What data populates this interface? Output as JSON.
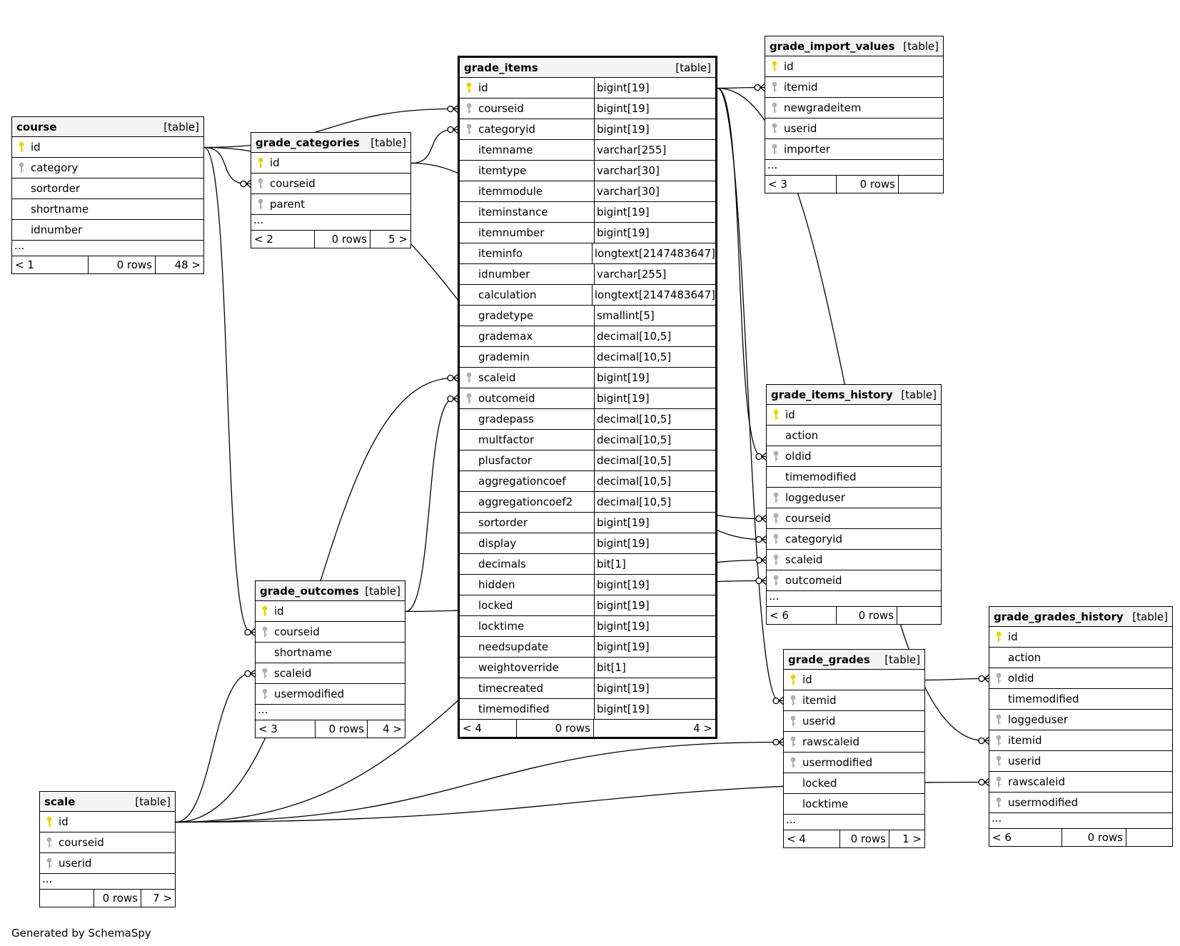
{
  "diagram": {
    "footer_text": "Generated by SchemaSpy",
    "key_colors": {
      "primary": "#e8d400",
      "foreign": "#b0b0b0"
    },
    "tables": [
      {
        "id": "course",
        "name": "course",
        "type": "[table]",
        "columns": [
          {
            "name": "id",
            "key": "primary"
          },
          {
            "name": "category",
            "key": "foreign"
          },
          {
            "name": "sortorder",
            "key": ""
          },
          {
            "name": "shortname",
            "key": ""
          },
          {
            "name": "idnumber",
            "key": ""
          }
        ],
        "more": "...",
        "footer": {
          "parents": "< 1",
          "rows": "0 rows",
          "children": "48 >"
        }
      },
      {
        "id": "grade_categories",
        "name": "grade_categories",
        "type": "[table]",
        "columns": [
          {
            "name": "id",
            "key": "primary"
          },
          {
            "name": "courseid",
            "key": "foreign"
          },
          {
            "name": "parent",
            "key": "foreign"
          }
        ],
        "more": "...",
        "footer": {
          "parents": "< 2",
          "rows": "0 rows",
          "children": "5 >"
        }
      },
      {
        "id": "grade_items",
        "name": "grade_items",
        "type": "[table]",
        "columns": [
          {
            "name": "id",
            "key": "primary",
            "type": "bigint[19]"
          },
          {
            "name": "courseid",
            "key": "foreign",
            "type": "bigint[19]"
          },
          {
            "name": "categoryid",
            "key": "foreign",
            "type": "bigint[19]"
          },
          {
            "name": "itemname",
            "key": "",
            "type": "varchar[255]"
          },
          {
            "name": "itemtype",
            "key": "",
            "type": "varchar[30]"
          },
          {
            "name": "itemmodule",
            "key": "",
            "type": "varchar[30]"
          },
          {
            "name": "iteminstance",
            "key": "",
            "type": "bigint[19]"
          },
          {
            "name": "itemnumber",
            "key": "",
            "type": "bigint[19]"
          },
          {
            "name": "iteminfo",
            "key": "",
            "type": "longtext[2147483647]"
          },
          {
            "name": "idnumber",
            "key": "",
            "type": "varchar[255]"
          },
          {
            "name": "calculation",
            "key": "",
            "type": "longtext[2147483647]"
          },
          {
            "name": "gradetype",
            "key": "",
            "type": "smallint[5]"
          },
          {
            "name": "grademax",
            "key": "",
            "type": "decimal[10,5]"
          },
          {
            "name": "grademin",
            "key": "",
            "type": "decimal[10,5]"
          },
          {
            "name": "scaleid",
            "key": "foreign",
            "type": "bigint[19]"
          },
          {
            "name": "outcomeid",
            "key": "foreign",
            "type": "bigint[19]"
          },
          {
            "name": "gradepass",
            "key": "",
            "type": "decimal[10,5]"
          },
          {
            "name": "multfactor",
            "key": "",
            "type": "decimal[10,5]"
          },
          {
            "name": "plusfactor",
            "key": "",
            "type": "decimal[10,5]"
          },
          {
            "name": "aggregationcoef",
            "key": "",
            "type": "decimal[10,5]"
          },
          {
            "name": "aggregationcoef2",
            "key": "",
            "type": "decimal[10,5]"
          },
          {
            "name": "sortorder",
            "key": "",
            "type": "bigint[19]"
          },
          {
            "name": "display",
            "key": "",
            "type": "bigint[19]"
          },
          {
            "name": "decimals",
            "key": "",
            "type": "bit[1]"
          },
          {
            "name": "hidden",
            "key": "",
            "type": "bigint[19]"
          },
          {
            "name": "locked",
            "key": "",
            "type": "bigint[19]"
          },
          {
            "name": "locktime",
            "key": "",
            "type": "bigint[19]"
          },
          {
            "name": "needsupdate",
            "key": "",
            "type": "bigint[19]"
          },
          {
            "name": "weightoverride",
            "key": "",
            "type": "bit[1]"
          },
          {
            "name": "timecreated",
            "key": "",
            "type": "bigint[19]"
          },
          {
            "name": "timemodified",
            "key": "",
            "type": "bigint[19]"
          }
        ],
        "more": "",
        "footer": {
          "parents": "< 4",
          "rows": "0 rows",
          "children": "4 >"
        }
      },
      {
        "id": "grade_import_values",
        "name": "grade_import_values",
        "type": "[table]",
        "columns": [
          {
            "name": "id",
            "key": "primary"
          },
          {
            "name": "itemid",
            "key": "foreign"
          },
          {
            "name": "newgradeitem",
            "key": "foreign"
          },
          {
            "name": "userid",
            "key": "foreign"
          },
          {
            "name": "importer",
            "key": "foreign"
          }
        ],
        "more": "...",
        "footer": {
          "parents": "< 3",
          "rows": "0 rows",
          "children": ""
        }
      },
      {
        "id": "grade_items_history",
        "name": "grade_items_history",
        "type": "[table]",
        "columns": [
          {
            "name": "id",
            "key": "primary"
          },
          {
            "name": "action",
            "key": ""
          },
          {
            "name": "oldid",
            "key": "foreign"
          },
          {
            "name": "timemodified",
            "key": ""
          },
          {
            "name": "loggeduser",
            "key": "foreign"
          },
          {
            "name": "courseid",
            "key": "foreign"
          },
          {
            "name": "categoryid",
            "key": "foreign"
          },
          {
            "name": "scaleid",
            "key": "foreign"
          },
          {
            "name": "outcomeid",
            "key": "foreign"
          }
        ],
        "more": "...",
        "footer": {
          "parents": "< 6",
          "rows": "0 rows",
          "children": ""
        }
      },
      {
        "id": "grade_outcomes",
        "name": "grade_outcomes",
        "type": "[table]",
        "columns": [
          {
            "name": "id",
            "key": "primary"
          },
          {
            "name": "courseid",
            "key": "foreign"
          },
          {
            "name": "shortname",
            "key": ""
          },
          {
            "name": "scaleid",
            "key": "foreign"
          },
          {
            "name": "usermodified",
            "key": "foreign"
          }
        ],
        "more": "...",
        "footer": {
          "parents": "< 3",
          "rows": "0 rows",
          "children": "4 >"
        }
      },
      {
        "id": "grade_grades",
        "name": "grade_grades",
        "type": "[table]",
        "columns": [
          {
            "name": "id",
            "key": "primary"
          },
          {
            "name": "itemid",
            "key": "foreign"
          },
          {
            "name": "userid",
            "key": "foreign"
          },
          {
            "name": "rawscaleid",
            "key": "foreign"
          },
          {
            "name": "usermodified",
            "key": "foreign"
          },
          {
            "name": "locked",
            "key": ""
          },
          {
            "name": "locktime",
            "key": ""
          }
        ],
        "more": "...",
        "footer": {
          "parents": "< 4",
          "rows": "0 rows",
          "children": "1 >"
        }
      },
      {
        "id": "grade_grades_history",
        "name": "grade_grades_history",
        "type": "[table]",
        "columns": [
          {
            "name": "id",
            "key": "primary"
          },
          {
            "name": "action",
            "key": ""
          },
          {
            "name": "oldid",
            "key": "foreign"
          },
          {
            "name": "timemodified",
            "key": ""
          },
          {
            "name": "loggeduser",
            "key": "foreign"
          },
          {
            "name": "itemid",
            "key": "foreign"
          },
          {
            "name": "userid",
            "key": "foreign"
          },
          {
            "name": "rawscaleid",
            "key": "foreign"
          },
          {
            "name": "usermodified",
            "key": "foreign"
          }
        ],
        "more": "...",
        "footer": {
          "parents": "< 6",
          "rows": "0 rows",
          "children": ""
        }
      },
      {
        "id": "scale",
        "name": "scale",
        "type": "[table]",
        "columns": [
          {
            "name": "id",
            "key": "primary"
          },
          {
            "name": "courseid",
            "key": "foreign"
          },
          {
            "name": "userid",
            "key": "foreign"
          }
        ],
        "more": "...",
        "footer": {
          "parents": "",
          "rows": "0 rows",
          "children": "7 >"
        }
      }
    ],
    "relationships": [
      {
        "from": "course.id",
        "to": "grade_items.courseid"
      },
      {
        "from": "course.id",
        "to": "grade_categories.courseid"
      },
      {
        "from": "course.id",
        "to": "grade_outcomes.courseid"
      },
      {
        "from": "course.id",
        "to": "grade_items_history.courseid"
      },
      {
        "from": "grade_categories.id",
        "to": "grade_items.categoryid"
      },
      {
        "from": "grade_categories.id",
        "to": "grade_items_history.categoryid"
      },
      {
        "from": "grade_items.id",
        "to": "grade_import_values.itemid"
      },
      {
        "from": "grade_items.id",
        "to": "grade_items_history.oldid"
      },
      {
        "from": "grade_items.id",
        "to": "grade_grades.itemid"
      },
      {
        "from": "grade_items.id",
        "to": "grade_grades_history.itemid"
      },
      {
        "from": "grade_outcomes.id",
        "to": "grade_items.outcomeid"
      },
      {
        "from": "grade_outcomes.id",
        "to": "grade_items_history.outcomeid"
      },
      {
        "from": "grade_grades.id",
        "to": "grade_grades_history.oldid"
      },
      {
        "from": "scale.id",
        "to": "grade_items.scaleid"
      },
      {
        "from": "scale.id",
        "to": "grade_outcomes.scaleid"
      },
      {
        "from": "scale.id",
        "to": "grade_items_history.scaleid"
      },
      {
        "from": "scale.id",
        "to": "grade_grades.rawscaleid"
      },
      {
        "from": "scale.id",
        "to": "grade_grades_history.rawscaleid"
      }
    ]
  }
}
